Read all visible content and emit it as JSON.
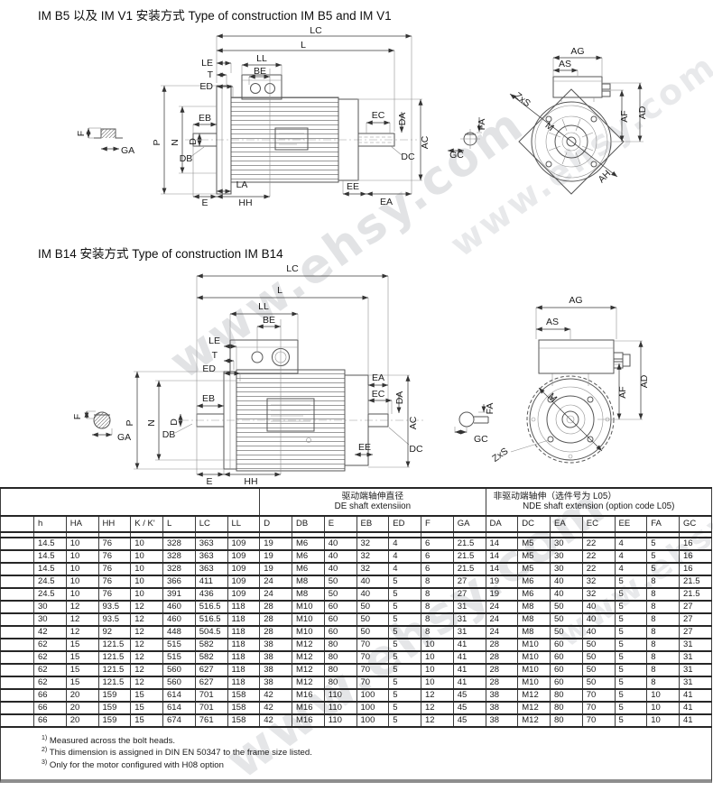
{
  "page": {
    "watermark": "www.ehsy.com"
  },
  "sections": {
    "b5": {
      "title": "IM B5 以及 IM V1 安装方式  Type of construction IM B5 and IM V1"
    },
    "b14": {
      "title": "IM B14 安装方式  Type of construction IM B14"
    }
  },
  "dims": {
    "LC": "LC",
    "L": "L",
    "LE": "LE",
    "T": "T",
    "ED": "ED",
    "LL": "LL",
    "BE": "BE",
    "EB": "EB",
    "D": "D",
    "DB": "DB",
    "P": "P",
    "N": "N",
    "F": "F",
    "GA": "GA",
    "LA": "LA",
    "E": "E",
    "HH": "HH",
    "EC": "EC",
    "EA": "EA",
    "EE": "EE",
    "DA": "DA",
    "DC": "DC",
    "AC": "AC",
    "AG": "AG",
    "AS": "AS",
    "M": "M",
    "ZxS": "ZxS",
    "AF": "AF",
    "AD": "AD",
    "AH": "AH",
    "FA": "FA",
    "GC": "GC"
  },
  "table": {
    "group_de_zh": "驱动端轴伸直径",
    "group_de_en": "DE shaft extensiion",
    "group_nde_zh": "非驱动端轴伸（选件号为 L05）",
    "group_nde_en": "NDE shaft extension  (option code L05)",
    "columns": [
      "",
      "h",
      "HA",
      "HH",
      "K / K'",
      "L",
      "LC",
      "LL",
      "D",
      "DB",
      "E",
      "EB",
      "ED",
      "F",
      "GA",
      "DA",
      "DC",
      "EA",
      "EC",
      "EE",
      "FA",
      "GC"
    ],
    "rows": [
      [
        "",
        "14.5",
        "10",
        "76",
        "10",
        "328",
        "363",
        "109",
        "19",
        "M6",
        "40",
        "32",
        "4",
        "6",
        "21.5",
        "14",
        "M5",
        "30",
        "22",
        "4",
        "5",
        "16"
      ],
      [
        "",
        "14.5",
        "10",
        "76",
        "10",
        "328",
        "363",
        "109",
        "19",
        "M6",
        "40",
        "32",
        "4",
        "6",
        "21.5",
        "14",
        "M5",
        "30",
        "22",
        "4",
        "5",
        "16"
      ],
      [
        "",
        "14.5",
        "10",
        "76",
        "10",
        "328",
        "363",
        "109",
        "19",
        "M6",
        "40",
        "32",
        "4",
        "6",
        "21.5",
        "14",
        "M5",
        "30",
        "22",
        "4",
        "5",
        "16"
      ],
      [
        "",
        "24.5",
        "10",
        "76",
        "10",
        "366",
        "411",
        "109",
        "24",
        "M8",
        "50",
        "40",
        "5",
        "8",
        "27",
        "19",
        "M6",
        "40",
        "32",
        "5",
        "8",
        "21.5"
      ],
      [
        "",
        "24.5",
        "10",
        "76",
        "10",
        "391",
        "436",
        "109",
        "24",
        "M8",
        "50",
        "40",
        "5",
        "8",
        "27",
        "19",
        "M6",
        "40",
        "32",
        "5",
        "8",
        "21.5"
      ],
      [
        "",
        "30",
        "12",
        "93.5",
        "12",
        "460",
        "516.5",
        "118",
        "28",
        "M10",
        "60",
        "50",
        "5",
        "8",
        "31",
        "24",
        "M8",
        "50",
        "40",
        "5",
        "8",
        "27"
      ],
      [
        "",
        "30",
        "12",
        "93.5",
        "12",
        "460",
        "516.5",
        "118",
        "28",
        "M10",
        "60",
        "50",
        "5",
        "8",
        "31",
        "24",
        "M8",
        "50",
        "40",
        "5",
        "8",
        "27"
      ],
      [
        "",
        "42",
        "12",
        "92",
        "12",
        "448",
        "504.5",
        "118",
        "28",
        "M10",
        "60",
        "50",
        "5",
        "8",
        "31",
        "24",
        "M8",
        "50",
        "40",
        "5",
        "8",
        "27"
      ],
      [
        "",
        "62",
        "15",
        "121.5",
        "12",
        "515",
        "582",
        "118",
        "38",
        "M12",
        "80",
        "70",
        "5",
        "10",
        "41",
        "28",
        "M10",
        "60",
        "50",
        "5",
        "8",
        "31"
      ],
      [
        "",
        "62",
        "15",
        "121.5",
        "12",
        "515",
        "582",
        "118",
        "38",
        "M12",
        "80",
        "70",
        "5",
        "10",
        "41",
        "28",
        "M10",
        "60",
        "50",
        "5",
        "8",
        "31"
      ],
      [
        "",
        "62",
        "15",
        "121.5",
        "12",
        "560",
        "627",
        "118",
        "38",
        "M12",
        "80",
        "70",
        "5",
        "10",
        "41",
        "28",
        "M10",
        "60",
        "50",
        "5",
        "8",
        "31"
      ],
      [
        "",
        "62",
        "15",
        "121.5",
        "12",
        "560",
        "627",
        "118",
        "38",
        "M12",
        "80",
        "70",
        "5",
        "10",
        "41",
        "28",
        "M10",
        "60",
        "50",
        "5",
        "8",
        "31"
      ],
      [
        "",
        "66",
        "20",
        "159",
        "15",
        "614",
        "701",
        "158",
        "42",
        "M16",
        "110",
        "100",
        "5",
        "12",
        "45",
        "38",
        "M12",
        "80",
        "70",
        "5",
        "10",
        "41"
      ],
      [
        "",
        "66",
        "20",
        "159",
        "15",
        "614",
        "701",
        "158",
        "42",
        "M16",
        "110",
        "100",
        "5",
        "12",
        "45",
        "38",
        "M12",
        "80",
        "70",
        "5",
        "10",
        "41"
      ],
      [
        "",
        "66",
        "20",
        "159",
        "15",
        "674",
        "761",
        "158",
        "42",
        "M16",
        "110",
        "100",
        "5",
        "12",
        "45",
        "38",
        "M12",
        "80",
        "70",
        "5",
        "10",
        "41"
      ]
    ]
  },
  "footnotes": [
    {
      "sup": "1)",
      "text": "Measured across the bolt heads."
    },
    {
      "sup": "2)",
      "text": "This dimension is assigned in DIN EN 50347 to the frame size listed."
    },
    {
      "sup": "3)",
      "text": "Only for the motor configured with H08 option"
    }
  ]
}
